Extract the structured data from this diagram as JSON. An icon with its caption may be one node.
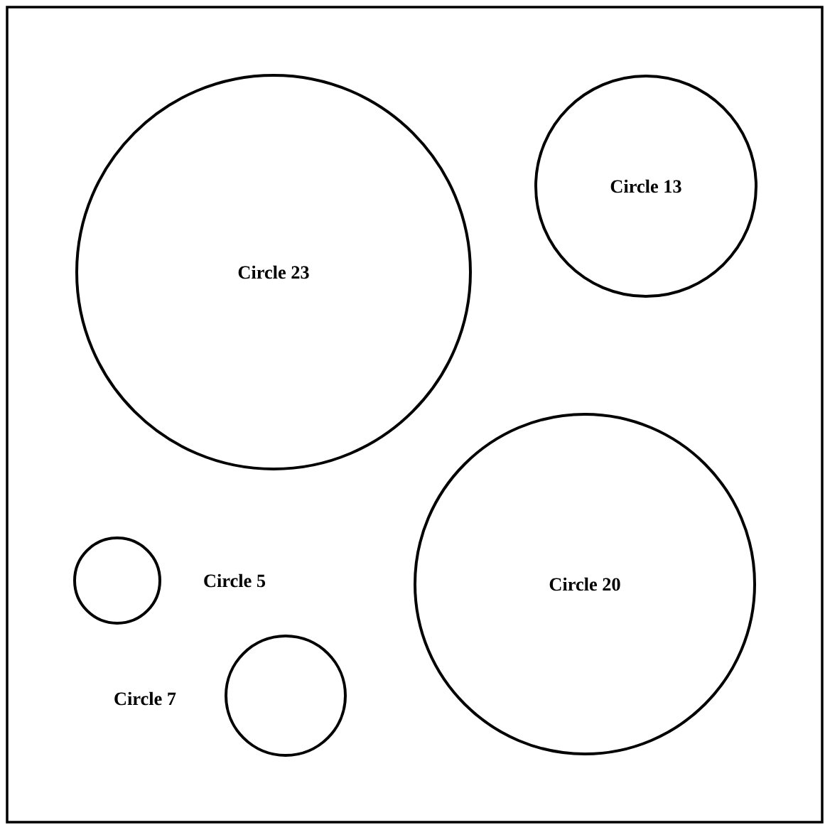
{
  "diagram": {
    "nodes": [
      {
        "text": [
          "Circle 23"
        ]
      },
      {
        "text": [
          "Circle 13"
        ]
      },
      {
        "text": [],
        "shape": "circle",
        "beside": [
          "Circle 5"
        ]
      },
      {
        "text": [
          "Circle 20"
        ]
      },
      {
        "text": [],
        "shape": "circle",
        "beside": [
          "Circle 7"
        ]
      }
    ]
  }
}
